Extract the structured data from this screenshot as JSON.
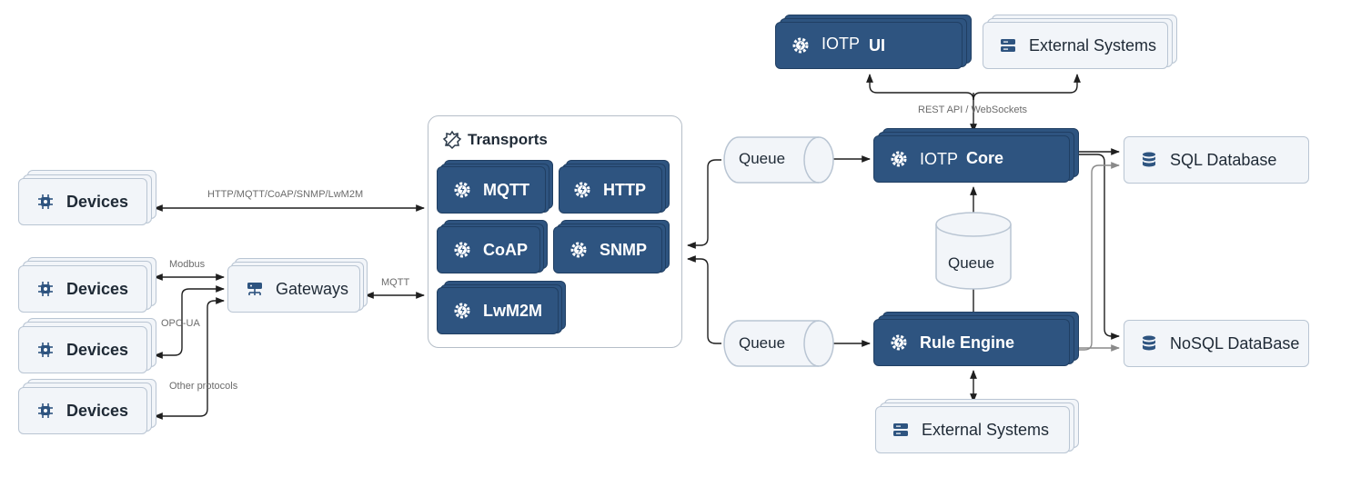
{
  "ui": {
    "title": "IOTP UI",
    "product": "IOTP",
    "suffix": "UI",
    "icon": "gear-icon"
  },
  "external_top": {
    "label": "External Systems",
    "icon": "server-icon"
  },
  "rest_label": "REST API / WebSockets",
  "core": {
    "product": "IOTP",
    "suffix": "Core",
    "icon": "gear-icon"
  },
  "rule_engine": {
    "label": "Rule Engine",
    "icon": "gear-icon"
  },
  "external_bottom": {
    "label": "External Systems",
    "icon": "server-icon"
  },
  "queue_top": "Queue",
  "queue_middle": "Queue",
  "queue_bottom": "Queue",
  "sql_db": {
    "label": "SQL Database",
    "icon": "database-icon"
  },
  "nosql_db": {
    "label": "NoSQL DataBase",
    "icon": "database-icon"
  },
  "transports": {
    "title": "Transports",
    "items": [
      {
        "label": "MQTT"
      },
      {
        "label": "HTTP"
      },
      {
        "label": "CoAP"
      },
      {
        "label": "SNMP"
      },
      {
        "label": "LwM2M"
      }
    ]
  },
  "devices": [
    {
      "label": "Devices",
      "icon": "chip-icon"
    },
    {
      "label": "Devices",
      "icon": "chip-icon"
    },
    {
      "label": "Devices",
      "icon": "chip-icon"
    },
    {
      "label": "Devices",
      "icon": "chip-icon"
    }
  ],
  "gateways": {
    "label": "Gateways",
    "icon": "gateway-icon"
  },
  "edge_labels": {
    "direct": "HTTP/MQTT/CoAP/SNMP/LwM2M",
    "modbus": "Modbus",
    "opcua": "OPC-UA",
    "other": "Other protocols",
    "mqtt": "MQTT"
  },
  "colors": {
    "dark_box": "#2e5480",
    "light_box": "#f2f5f9",
    "border": "#b9c5d3"
  }
}
